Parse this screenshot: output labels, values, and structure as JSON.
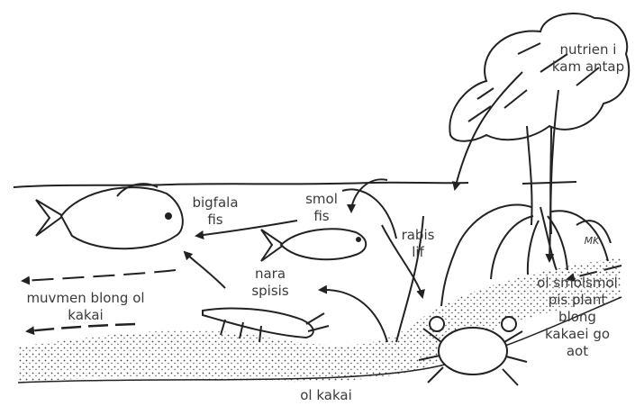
{
  "labels": {
    "nutrients": "nutrien i\nkam antap",
    "big_fish": "bigfala\nfis",
    "small_fish": "smol\nfis",
    "rubbish_leaves": "rabis\nlif",
    "other_species": "nara\nspisis",
    "movement": "muvmen blong ol\nkakai",
    "plant_bits": "ol smolsmol\npis plant\nblong\nkakaei go\naot",
    "food": "ol kakai",
    "signature": "MK"
  }
}
